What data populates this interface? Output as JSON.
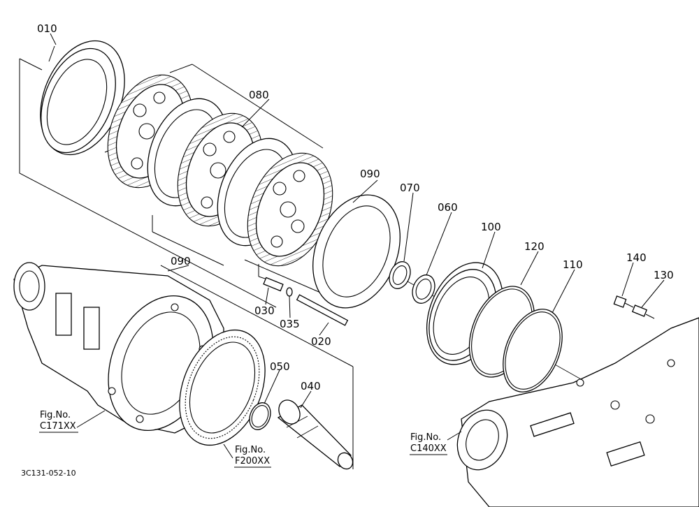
{
  "diagram": {
    "parts": [
      {
        "id": "p010",
        "label": "010"
      },
      {
        "id": "p080",
        "label": "080"
      },
      {
        "id": "p090a",
        "label": "090"
      },
      {
        "id": "p070",
        "label": "070"
      },
      {
        "id": "p060",
        "label": "060"
      },
      {
        "id": "p100",
        "label": "100"
      },
      {
        "id": "p120",
        "label": "120"
      },
      {
        "id": "p110",
        "label": "110"
      },
      {
        "id": "p140",
        "label": "140"
      },
      {
        "id": "p130",
        "label": "130"
      },
      {
        "id": "p090b",
        "label": "090"
      },
      {
        "id": "p030",
        "label": "030"
      },
      {
        "id": "p035",
        "label": "035"
      },
      {
        "id": "p020",
        "label": "020"
      },
      {
        "id": "p050",
        "label": "050"
      },
      {
        "id": "p040",
        "label": "040"
      }
    ],
    "fig_refs": [
      {
        "id": "ref-c171",
        "line1": "Fig.No.",
        "line2": "C171XX"
      },
      {
        "id": "ref-f200",
        "line1": "Fig.No.",
        "line2": "F200XX"
      },
      {
        "id": "ref-c140",
        "line1": "Fig.No.",
        "line2": "C140XX"
      }
    ],
    "drawing_code": "3C131-052-10"
  }
}
